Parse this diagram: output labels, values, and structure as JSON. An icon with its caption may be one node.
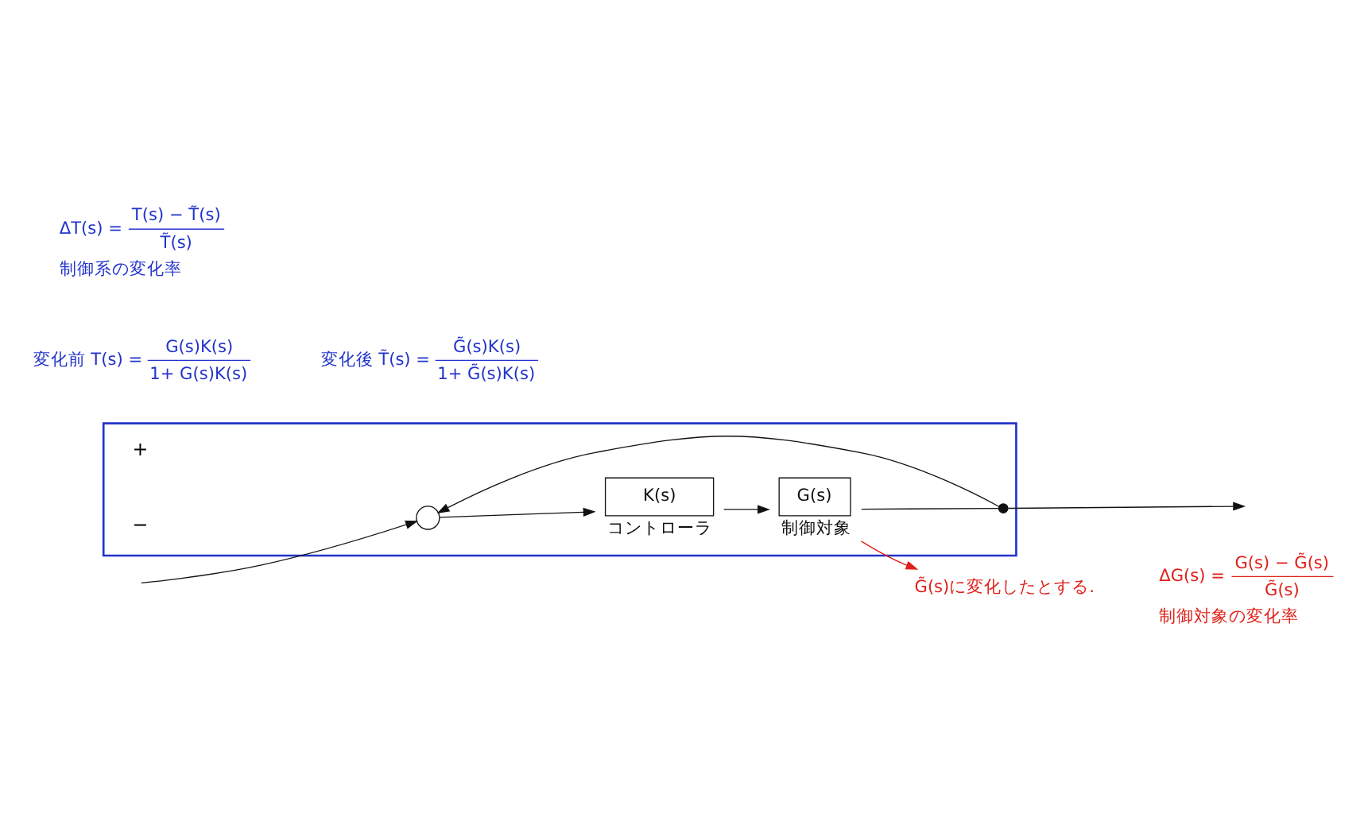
{
  "diagram": {
    "nodes": [
      {
        "text": [],
        "shape": "box"
      },
      {
        "text": [],
        "shape": "circle",
        "in": 0
      },
      {
        "text": [
          "K(s)"
        ],
        "beside": [
          "コントローラ"
        ],
        "in": 0
      },
      {
        "text": [
          "G(s)"
        ],
        "beside": [
          "制御対象"
        ],
        "in": 0
      },
      {
        "text": [
          "G̃(s)に変化したとする."
        ]
      },
      {
        "text": [],
        "shape": "circle",
        "in": 0
      }
    ],
    "edges": [
      {
        "from": null,
        "to": 1,
        "arrow": "to"
      },
      {
        "from": 1,
        "to": 2,
        "arrow": "to"
      },
      {
        "from": 2,
        "to": 3,
        "arrow": "to"
      },
      {
        "from": 3,
        "to": 5,
        "arrow": "none"
      },
      {
        "from": 5,
        "to": null,
        "arrow": "to"
      },
      {
        "from": 5,
        "to": 1,
        "arrow": "to"
      },
      {
        "from": 3,
        "to": 4,
        "arrow": "to",
        "color": "#e0201a"
      }
    ],
    "labels": [
      "+",
      "−",
      "ΔG(s) =",
      "G(s) − G̃(s)",
      "G̃(s)",
      "制御対象の変化率",
      "変化前",
      "T(s) =",
      "G(s)K(s)",
      "1+ G(s)K(s)",
      "変化後",
      "T̃(s) =",
      "G̃(s)K(s)",
      "1+ G̃(s)K(s)",
      "ΔT(s) =",
      "T(s) − T̃(s)",
      "T̃(s)",
      "制御系の変化率"
    ]
  }
}
